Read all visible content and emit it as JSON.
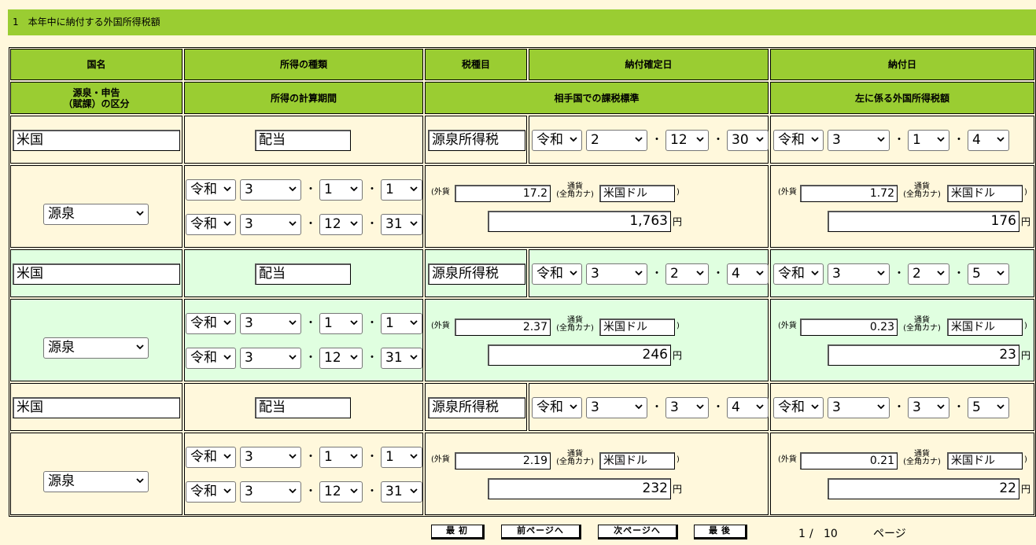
{
  "section_title": "1　本年中に納付する外国所得税額",
  "headers": {
    "country": "国名",
    "income_type": "所得の種類",
    "tax_item": "税種目",
    "payment_fixed_date": "納付確定日",
    "payment_date": "納付日",
    "source_class": "源泉・申告\n（賦課）の区分",
    "calc_period": "所得の計算期間",
    "tax_base": "相手国での課税標準",
    "foreign_tax": "左に係る外国所得税額"
  },
  "labels": {
    "foreign_open": "(外貨",
    "foreign_close": ")",
    "currency_line1": "通貨",
    "currency_line2": "(全角カナ)",
    "yen": "円",
    "dot": "・"
  },
  "records": [
    {
      "country": "米国",
      "income": "配当",
      "tax_item": "源泉所得税",
      "fixed_date": {
        "era": "令和",
        "y": "2",
        "m": "12",
        "d": "30"
      },
      "pay_date": {
        "era": "令和",
        "y": "3",
        "m": "1",
        "d": "4"
      },
      "class": "源泉",
      "period_from": {
        "era": "令和",
        "y": "3",
        "m": "1",
        "d": "1"
      },
      "period_to": {
        "era": "令和",
        "y": "3",
        "m": "12",
        "d": "31"
      },
      "base_foreign": "17.2",
      "base_currency": "米国ドル",
      "base_yen": "1,763",
      "tax_foreign": "1.72",
      "tax_currency": "米国ドル",
      "tax_yen": "176"
    },
    {
      "country": "米国",
      "income": "配当",
      "tax_item": "源泉所得税",
      "fixed_date": {
        "era": "令和",
        "y": "3",
        "m": "2",
        "d": "4"
      },
      "pay_date": {
        "era": "令和",
        "y": "3",
        "m": "2",
        "d": "5"
      },
      "class": "源泉",
      "period_from": {
        "era": "令和",
        "y": "3",
        "m": "1",
        "d": "1"
      },
      "period_to": {
        "era": "令和",
        "y": "3",
        "m": "12",
        "d": "31"
      },
      "base_foreign": "2.37",
      "base_currency": "米国ドル",
      "base_yen": "246",
      "tax_foreign": "0.23",
      "tax_currency": "米国ドル",
      "tax_yen": "23"
    },
    {
      "country": "米国",
      "income": "配当",
      "tax_item": "源泉所得税",
      "fixed_date": {
        "era": "令和",
        "y": "3",
        "m": "3",
        "d": "4"
      },
      "pay_date": {
        "era": "令和",
        "y": "3",
        "m": "3",
        "d": "5"
      },
      "class": "源泉",
      "period_from": {
        "era": "令和",
        "y": "3",
        "m": "1",
        "d": "1"
      },
      "period_to": {
        "era": "令和",
        "y": "3",
        "m": "12",
        "d": "31"
      },
      "base_foreign": "2.19",
      "base_currency": "米国ドル",
      "base_yen": "232",
      "tax_foreign": "0.21",
      "tax_currency": "米国ドル",
      "tax_yen": "22"
    }
  ],
  "pager": {
    "first": "最 初",
    "prev": "前ページへ",
    "next": "次ページへ",
    "last": "最 後",
    "current": "1",
    "separator": "/",
    "total": "10",
    "unit": "ページ"
  }
}
